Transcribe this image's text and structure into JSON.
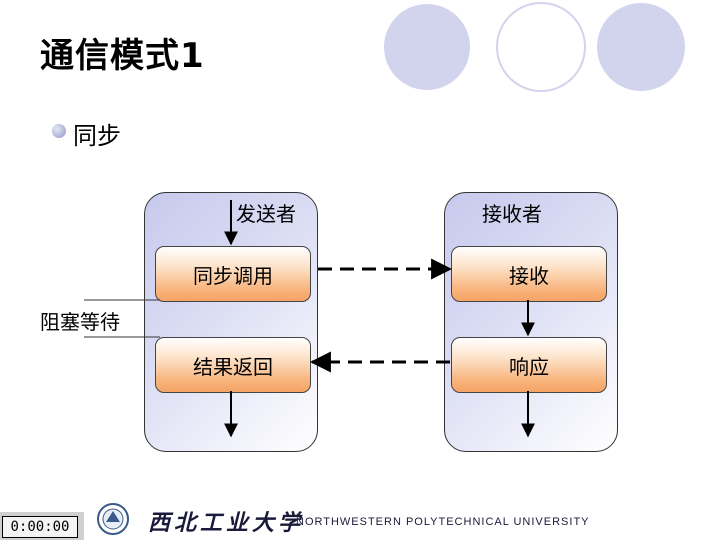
{
  "slide": {
    "title": "通信模式1",
    "bullet": "同步"
  },
  "diagram": {
    "sender_label": "发送者",
    "receiver_label": "接收者",
    "sender_boxes": [
      "同步调用",
      "结果返回"
    ],
    "receiver_boxes": [
      "接收",
      "响应"
    ],
    "block_label": "阻塞等待"
  },
  "footer": {
    "timer": "0:00:00",
    "university_cn": "西北工业大学",
    "university_en": "NORTHWESTERN POLYTECHNICAL UNIVERSITY"
  },
  "colors": {
    "circle_fill": "#d2d4ee",
    "panel": "#c6c9ec",
    "box_orange": "#f6a366"
  }
}
